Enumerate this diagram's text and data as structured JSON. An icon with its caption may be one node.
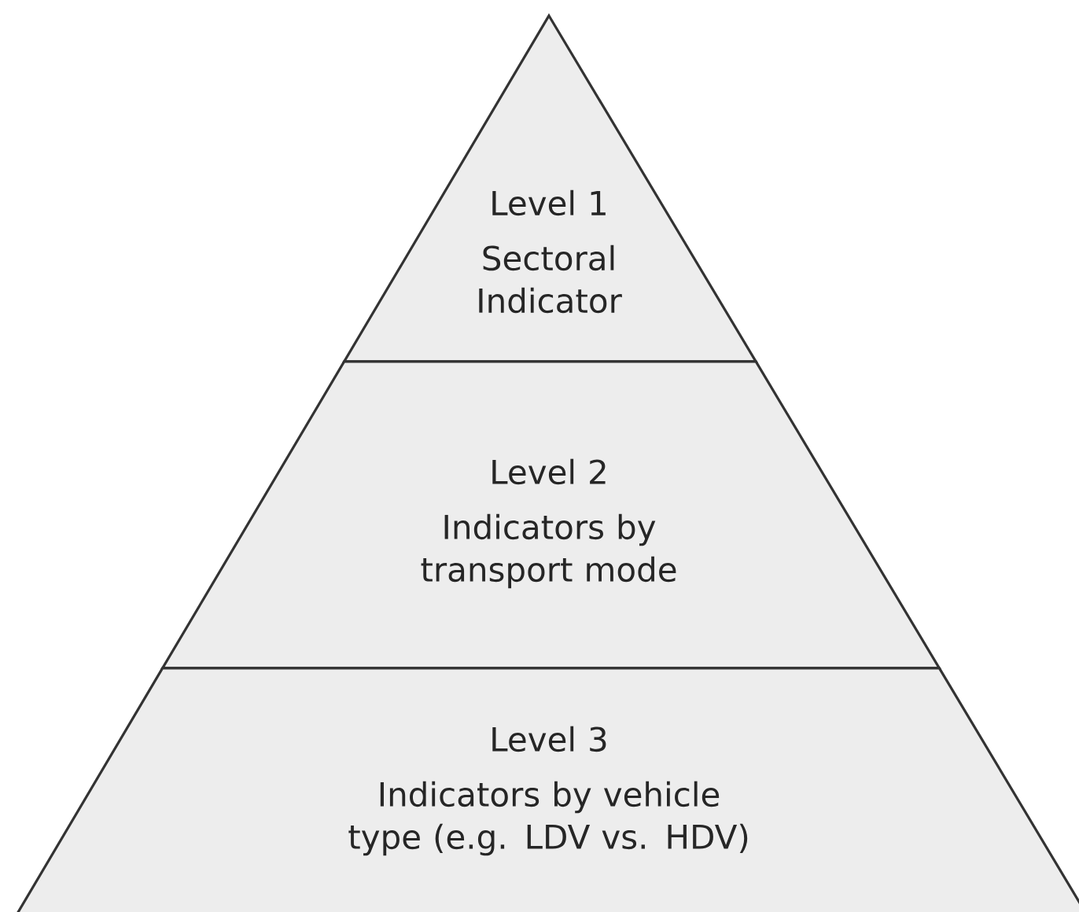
{
  "diagram": {
    "nodes": [
      {
        "text": [
          "Level 1",
          "Sectoral Indicator"
        ]
      },
      {
        "text": [
          "Level 2",
          "Indicators by transport mode"
        ]
      },
      {
        "text": [
          "Level 3",
          "Indicators by vehicle type (e.g. LDV vs. HDV)"
        ]
      }
    ]
  }
}
